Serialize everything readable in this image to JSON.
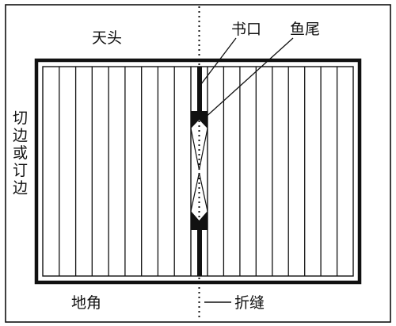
{
  "labels": {
    "tiantou": "天头",
    "shukou": "书口",
    "yuwei": "鱼尾",
    "side": [
      "切",
      "边",
      "或",
      "订",
      "边"
    ],
    "dijiao": "地角",
    "zhefeng": "折缝"
  },
  "columns_per_half": 9,
  "colors": {
    "ink": "#111111",
    "paper": "#ffffff"
  }
}
